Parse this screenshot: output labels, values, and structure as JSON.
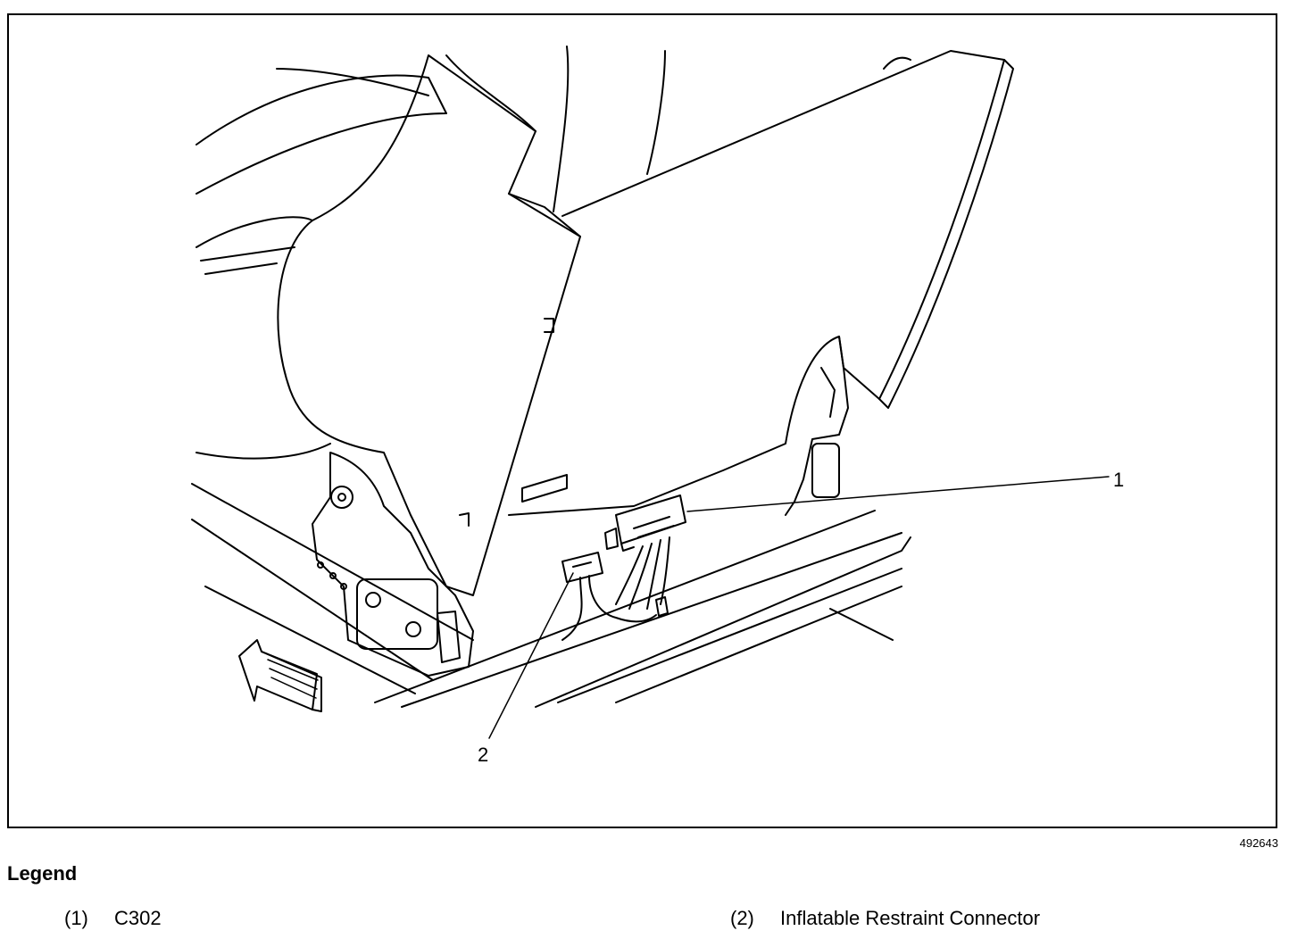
{
  "figure_id": "492643",
  "callouts": [
    {
      "id": "callout-1",
      "label": "1"
    },
    {
      "id": "callout-2",
      "label": "2"
    }
  ],
  "legend": {
    "title": "Legend",
    "items": [
      {
        "number": "(1)",
        "text": "C302"
      },
      {
        "number": "(2)",
        "text": "Inflatable Restraint Connector"
      }
    ]
  },
  "colors": {
    "line": "#000000",
    "background": "#ffffff"
  }
}
